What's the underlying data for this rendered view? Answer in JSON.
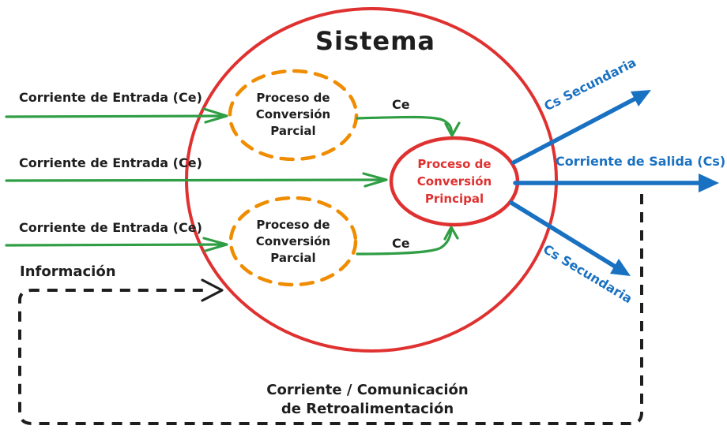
{
  "title": "Sistema",
  "colors": {
    "red": "#e03131",
    "green": "#2f9e44",
    "orange": "#f08c00",
    "blue": "#1971c2",
    "black": "#1e1e1e"
  },
  "inputs": {
    "label": "Corriente de Entrada (Ce)"
  },
  "processes": {
    "partial": {
      "lines": [
        "Proceso de",
        "Conversión",
        "Parcial"
      ]
    },
    "principal": {
      "lines": [
        "Proceso de",
        "Conversión",
        "Principal"
      ]
    },
    "flow_label": "Ce"
  },
  "outputs": {
    "secondary_top": "Cs Secundaria",
    "main": "Corriente de Salida (Cs)",
    "secondary_bottom": "Cs Secundaria"
  },
  "feedback": {
    "info_label": "Información",
    "lines": [
      "Corriente / Comunicación",
      "de Retroalimentación"
    ]
  }
}
